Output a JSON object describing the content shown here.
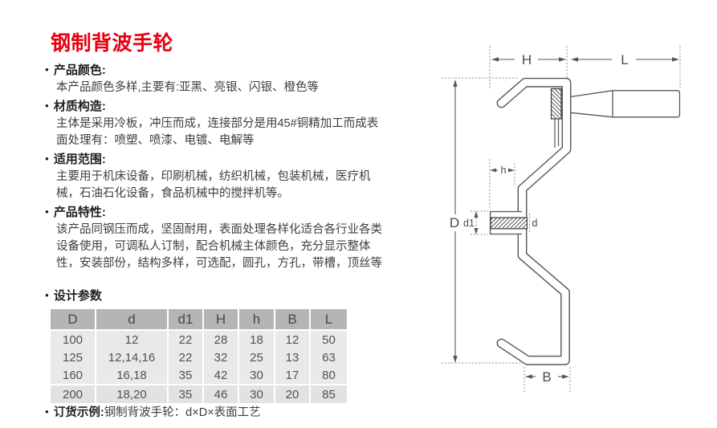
{
  "page": {
    "title": "钢制背波手轮"
  },
  "colors": {
    "accent_red": "#e60012",
    "table_header_bg": "#b5b5b5",
    "table_row_bg": "#e9e9e9",
    "diagram_line": "#54565a"
  },
  "sections": [
    {
      "label": "产品颜色:",
      "lines": [
        "本产品颜色多样,主要有:亚黑、亮银、闪银、橙色等"
      ]
    },
    {
      "label": "材质构造:",
      "lines": [
        "主体是采用冷板，冲压而成，连接部分是用45#铜精加工而成表",
        "面处理有：喷塑、喷漆、电镀、电解等"
      ]
    },
    {
      "label": "适用范围:",
      "lines": [
        "主要用于机床设备，印刷机械，纺织机械，包装机械，医疗机",
        "械，石油石化设备，食品机械中的搅拌机等。"
      ]
    },
    {
      "label": "产品特性:",
      "lines": [
        "该产品同钢压而成，坚固耐用，表面处理各样化适合各行业各类",
        "设备使用，可调私人订制，配合机械主体颜色，充分显示整体",
        "性，安装部份，结构多样，可选配，圆孔，方孔，带槽，顶丝等"
      ]
    }
  ],
  "table": {
    "caption": "设计参数",
    "headers": [
      "D",
      "d",
      "d1",
      "H",
      "h",
      "B",
      "L"
    ],
    "rows": [
      [
        "100",
        "12",
        "22",
        "28",
        "18",
        "12",
        "50"
      ],
      [
        "125",
        "12,14,16",
        "22",
        "32",
        "25",
        "13",
        "63"
      ],
      [
        "160",
        "16,18",
        "35",
        "42",
        "30",
        "17",
        "80"
      ],
      [
        "200",
        "18,20",
        "35",
        "46",
        "30",
        "20",
        "85"
      ]
    ]
  },
  "order_example": {
    "label": "订货示例:",
    "text": "钢制背波手轮：d×D×表面工艺"
  },
  "diagram": {
    "labels": {
      "H": "H",
      "L": "L",
      "D": "D",
      "d1": "d1",
      "h": "h",
      "d": "d",
      "B": "B"
    }
  }
}
